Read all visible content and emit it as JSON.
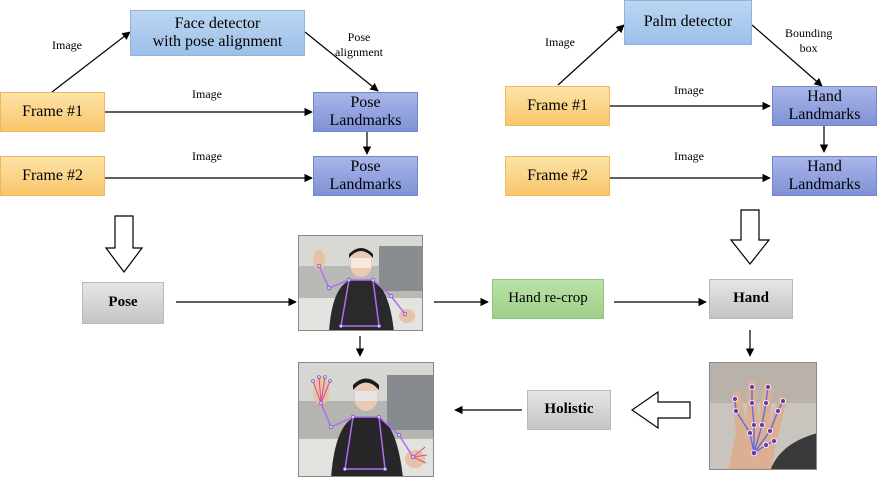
{
  "left": {
    "detector": [
      "Face detector",
      "with pose alignment"
    ],
    "frame1": "Frame #1",
    "frame2": "Frame #2",
    "landmarks": [
      "Pose",
      "Landmarks"
    ],
    "label_image_up": "Image",
    "label_alignment": [
      "Pose",
      "alignment"
    ],
    "label_image_1": "Image",
    "label_image_2": "Image"
  },
  "right": {
    "detector": "Palm detector",
    "frame1": "Frame #1",
    "frame2": "Frame #2",
    "landmarks": [
      "Hand",
      "Landmarks"
    ],
    "label_image_up": "Image",
    "label_bbox": [
      "Bounding",
      "box"
    ],
    "label_image_1": "Image",
    "label_image_2": "Image"
  },
  "flow": {
    "pose": "Pose",
    "hand_recrop": "Hand re-crop",
    "hand": "Hand",
    "holistic": "Holistic"
  },
  "colors": {
    "detector": "#a9c9ee",
    "landmarks": "#8a9bdc",
    "frame": "#fbd58a",
    "recrop": "#a8d996",
    "stage": "#d4d4d4"
  }
}
